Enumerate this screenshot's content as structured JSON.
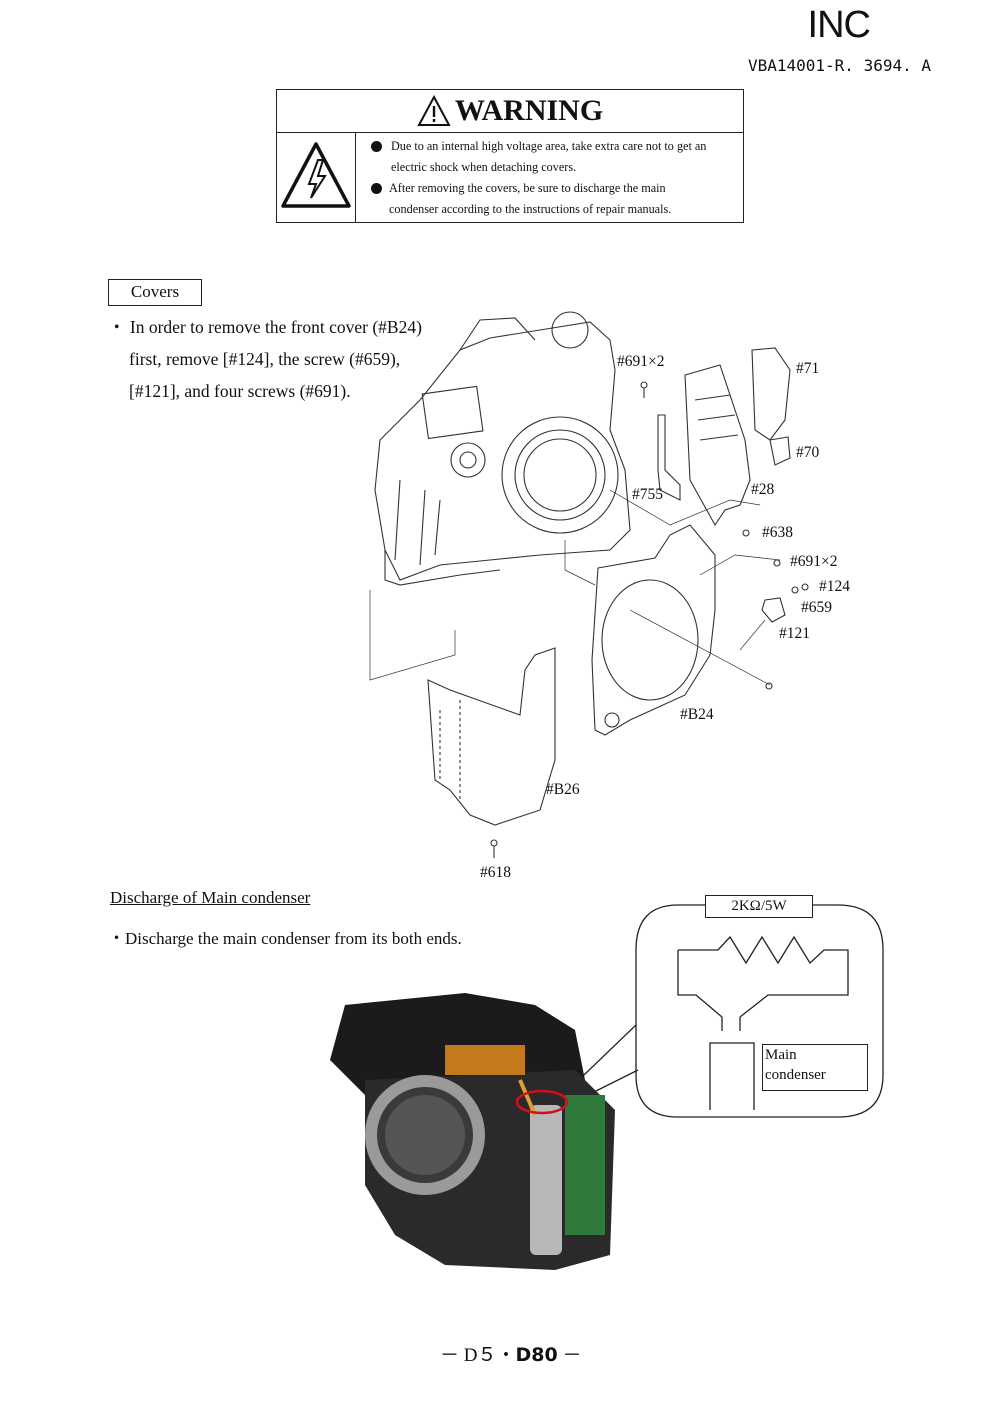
{
  "header": {
    "brand": "INC",
    "doc_code": "VBA14001-R. 3694. A"
  },
  "warning": {
    "title": "WARNING",
    "lines": [
      "Due to an internal high voltage area, take extra care not to get an",
      "electric shock when detaching covers.",
      "After removing the covers, be sure to discharge the main",
      "condenser according to the instructions of repair manuals."
    ]
  },
  "covers": {
    "heading": "Covers",
    "instruction": [
      "・ In order to remove the front cover (#B24)",
      "first, remove [#124], the screw (#659),",
      "[#121], and four screws (#691)."
    ],
    "labels": {
      "p691a": "#691×2",
      "p71": "#71",
      "p70": "#70",
      "p755": "#755",
      "p28": "#28",
      "p638": "#638",
      "p691b": "#691×2",
      "p124": "#124",
      "p659": "#659",
      "p121": "#121",
      "pB24": "#B24",
      "pB26": "#B26",
      "p618": "#618"
    }
  },
  "discharge": {
    "heading": "Discharge of Main condenser",
    "instruction": "・Discharge the main condenser from its both ends.",
    "resistor_label": "2KΩ/5W",
    "condenser_label": [
      "Main",
      "condenser"
    ]
  },
  "footer": {
    "prefix": "－ D５・",
    "model": "D80",
    "suffix": " －"
  }
}
